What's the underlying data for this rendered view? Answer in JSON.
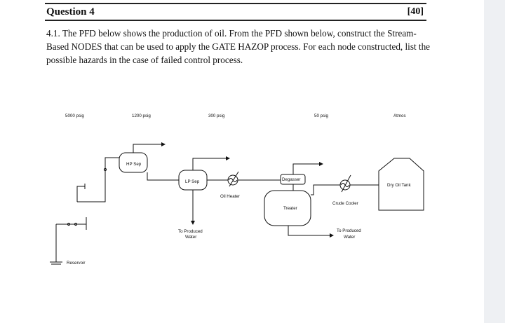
{
  "header": {
    "question": "Question 4",
    "marks": "[40]"
  },
  "question": {
    "text": "4.1. The PFD below shows the production of oil. From the PFD shown below, construct the Stream-Based NODES that can be used to apply the GATE HAZOP process. For each node constructed, list the possible hazards in the case of failed control process."
  },
  "pfd": {
    "pressures": [
      "5000 psig",
      "1200 psig",
      "300 psig",
      "50 psig",
      "Atmos"
    ],
    "equipment": {
      "hp_sep": "HP Sep",
      "lp_sep": "LP Sep",
      "oil_heater": "Oil Heater",
      "degasser": "Degasser",
      "treater": "Treater",
      "crude_cooler": "Crude Cooler",
      "dry_oil_tank": "Dry Oil Tank",
      "reservoir": "Reservoir",
      "produced_water_1a": "To Produced",
      "produced_water_1b": "Water",
      "produced_water_2a": "To Produced",
      "produced_water_2b": "Water"
    }
  }
}
